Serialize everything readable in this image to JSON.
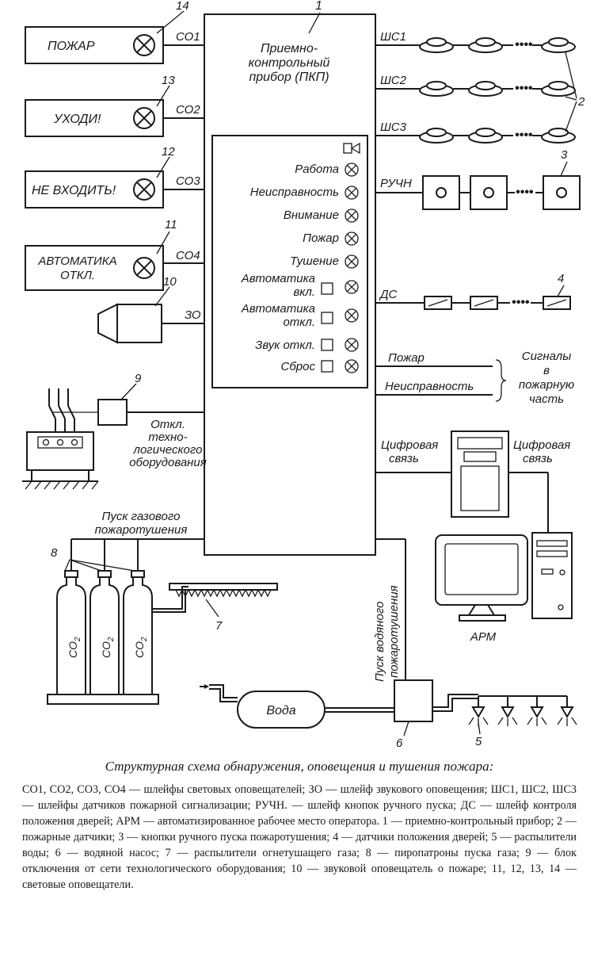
{
  "numbers": {
    "n1": "1",
    "n2": "2",
    "n3": "3",
    "n4": "4",
    "n5": "5",
    "n6": "6",
    "n7": "7",
    "n8": "8",
    "n9": "9",
    "n10": "10",
    "n11": "11",
    "n12": "12",
    "n13": "13",
    "n14": "14"
  },
  "panel": {
    "title_line1": "Приемно-",
    "title_line2": "контрольный",
    "title_line3": "прибор (ПКП)"
  },
  "indicators": {
    "rabota": "Работа",
    "neispravnost": "Неисправность",
    "vnimanie": "Внимание",
    "pozhar": "Пожар",
    "tushenie": "Тушение",
    "avto_vkl_1": "Автоматика",
    "avto_vkl_2": "вкл.",
    "avto_otkl_1": "Автоматика",
    "avto_otkl_2": "откл.",
    "zvuk_otkl": "Звук откл.",
    "sbros": "Сброс"
  },
  "light_boxes": {
    "pozhar": "ПОЖАР",
    "uhodi": "УХОДИ!",
    "ne_vhodit": "НЕ ВХОДИТЬ!",
    "avtomatika_1": "АВТОМАТИКА",
    "avtomatika_2": "ОТКЛ."
  },
  "loops": {
    "co1": "СО1",
    "co2": "СО2",
    "co3": "СО3",
    "co4": "СО4",
    "zo": "ЗО",
    "shs1": "ШС1",
    "shs2": "ШС2",
    "shs3": "ШС3",
    "ruchn": "РУЧН",
    "ds": "ДС"
  },
  "signals": {
    "pozhar": "Пожар",
    "neispravnost": "Неисправность",
    "target_1": "Сигналы",
    "target_2": "в",
    "target_3": "пожарную",
    "target_4": "часть"
  },
  "digital": {
    "left_1": "Цифровая",
    "left_2": "связь",
    "right_1": "Цифровая",
    "right_2": "связь",
    "arm": "АРМ"
  },
  "tech": {
    "line1": "Откл.",
    "line2": "техно-",
    "line3": "логического",
    "line4": "оборудования"
  },
  "gas": {
    "line1": "Пуск газового",
    "line2": "пожаротушения",
    "co2": "CO",
    "co2_sub": "2"
  },
  "water": {
    "line1": "Пуск водяного",
    "line2": "пожаротушения",
    "tank": "Вода"
  },
  "caption": {
    "title": "Структурная схема обнаружения, оповещения и тушения пожара:",
    "body": "СО1, СО2, СО3, СО4 — шлейфы световых оповещателей; ЗО — шлейф звукового оповещения; ШС1, ШС2, ШС3 — шлейфы датчиков пожарной сигнализации; РУЧН. — шлейф кнопок ручного пуска; ДС — шлейф контроля положения дверей; АРМ — автоматизированное рабочее место оператора. 1 — приемно-контрольный прибор; 2 — пожарные датчики; 3 — кнопки ручного пуска пожаротушения; 4 — датчики положения дверей; 5 — распылители воды; 6 — водяной насос; 7 — распылители огнетушащего газа; 8 — пиропатроны пуска газа; 9 — блок отключения от сети технологического оборудования; 10 — звуковой оповещатель о пожаре; 11, 12, 13, 14 — световые оповещатели."
  }
}
